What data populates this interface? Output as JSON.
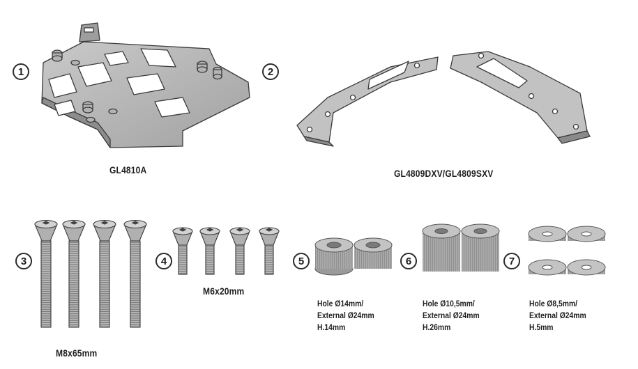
{
  "parts": [
    {
      "number": "1",
      "code": "GL4810A"
    },
    {
      "number": "2",
      "code": "GL4809DXV/GL4809SXV"
    },
    {
      "number": "3",
      "size": "M8x65mm"
    },
    {
      "number": "4",
      "size": "M6x20mm"
    },
    {
      "number": "5",
      "lines": [
        "Hole Ø14mm/",
        "External Ø24mm",
        "H.14mm"
      ]
    },
    {
      "number": "6",
      "lines": [
        "Hole Ø10,5mm/",
        "External Ø24mm",
        "H.26mm"
      ]
    },
    {
      "number": "7",
      "lines": [
        "Hole Ø8,5mm/",
        "External Ø24mm",
        "H.5mm"
      ]
    }
  ],
  "icons": [
    "top-rack-plate-icon",
    "side-bracket-icon",
    "long-screw-icon",
    "short-screw-icon",
    "spacer-icon",
    "washer-icon"
  ],
  "colors": {
    "metal": "#a8a8a8",
    "metal_dark": "#6e6e6e",
    "outline": "#3a3a3a"
  }
}
